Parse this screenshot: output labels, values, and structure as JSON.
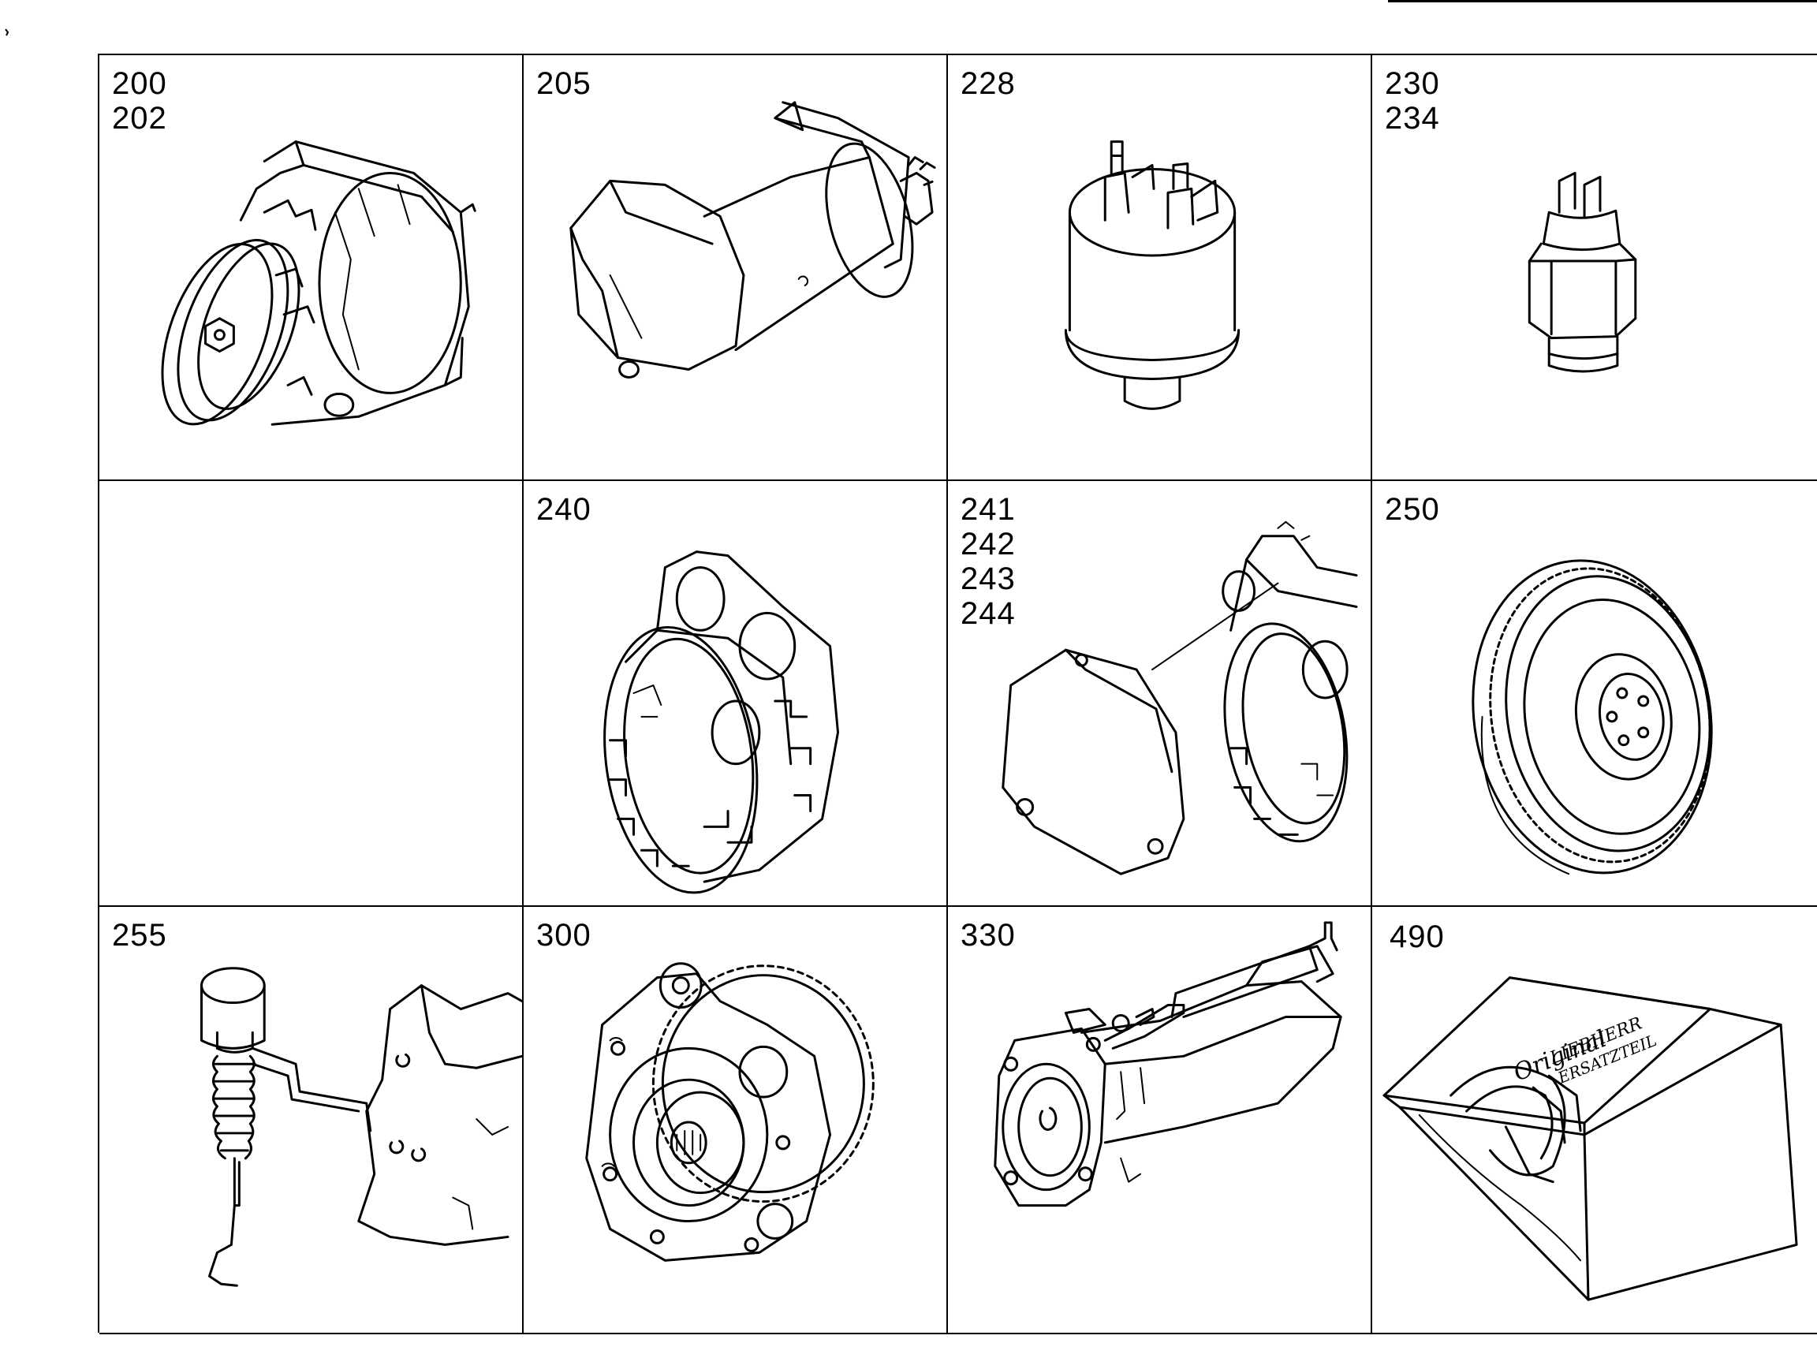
{
  "cells": [
    {
      "labels": [
        "200",
        "202"
      ],
      "icon": "alternator-icon"
    },
    {
      "labels": [
        "205"
      ],
      "icon": "starter-motor-icon"
    },
    {
      "labels": [
        "228"
      ],
      "icon": "solenoid-switch-icon"
    },
    {
      "labels": [
        "230",
        "234"
      ],
      "icon": "sensor-switch-icon"
    },
    {
      "labels": [],
      "icon": ""
    },
    {
      "labels": [
        "240"
      ],
      "icon": "flywheel-housing-icon"
    },
    {
      "labels": [
        "241",
        "242",
        "243",
        "244"
      ],
      "icon": "housing-cover-icon"
    },
    {
      "labels": [
        "250"
      ],
      "icon": "flywheel-icon"
    },
    {
      "labels": [
        "255"
      ],
      "icon": "shutoff-solenoid-icon"
    },
    {
      "labels": [
        "300"
      ],
      "icon": "gear-pump-icon"
    },
    {
      "labels": [
        "330"
      ],
      "icon": "linkage-assembly-icon"
    },
    {
      "labels": [
        "490"
      ],
      "icon": "parts-kit-icon"
    }
  ],
  "kit": {
    "brand_line1": "Original",
    "brand_line2": "LIEBHERR",
    "brand_line3": "ERSATZTEIL"
  }
}
